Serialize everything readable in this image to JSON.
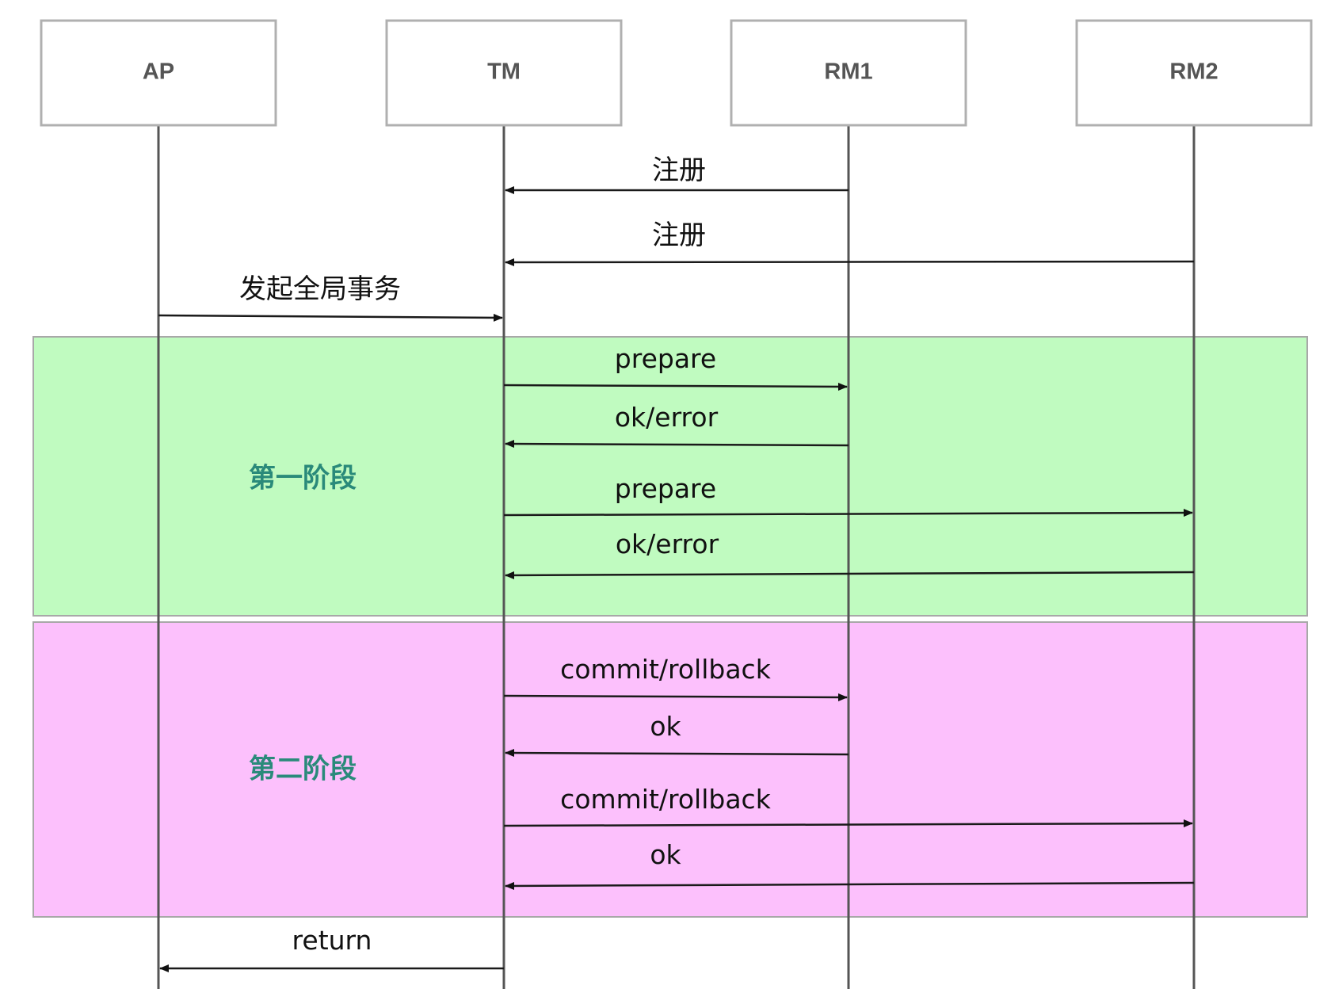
{
  "participants": [
    {
      "id": "ap",
      "label": "AP"
    },
    {
      "id": "tm",
      "label": "TM"
    },
    {
      "id": "rm1",
      "label": "RM1"
    },
    {
      "id": "rm2",
      "label": "RM2"
    }
  ],
  "phases": [
    {
      "id": "phase-one",
      "label": "第一阶段",
      "fill": "#c0fbc0",
      "label_color": "#2a8a7a"
    },
    {
      "id": "phase-two",
      "label": "第二阶段",
      "fill": "#fcc0fc",
      "label_color": "#2a8a7a"
    }
  ],
  "messages": [
    {
      "from": "rm1",
      "to": "tm",
      "label": "注册"
    },
    {
      "from": "rm2",
      "to": "tm",
      "label": "注册"
    },
    {
      "from": "ap",
      "to": "tm",
      "label": "发起全局事务"
    },
    {
      "from": "tm",
      "to": "rm1",
      "label": "prepare"
    },
    {
      "from": "rm1",
      "to": "tm",
      "label": "ok/error"
    },
    {
      "from": "tm",
      "to": "rm2",
      "label": "prepare"
    },
    {
      "from": "rm2",
      "to": "tm",
      "label": "ok/error"
    },
    {
      "from": "tm",
      "to": "rm1",
      "label": "commit/rollback"
    },
    {
      "from": "rm1",
      "to": "tm",
      "label": "ok"
    },
    {
      "from": "tm",
      "to": "rm2",
      "label": "commit/rollback"
    },
    {
      "from": "rm2",
      "to": "tm",
      "label": "ok"
    },
    {
      "from": "tm",
      "to": "ap",
      "label": "return"
    }
  ]
}
